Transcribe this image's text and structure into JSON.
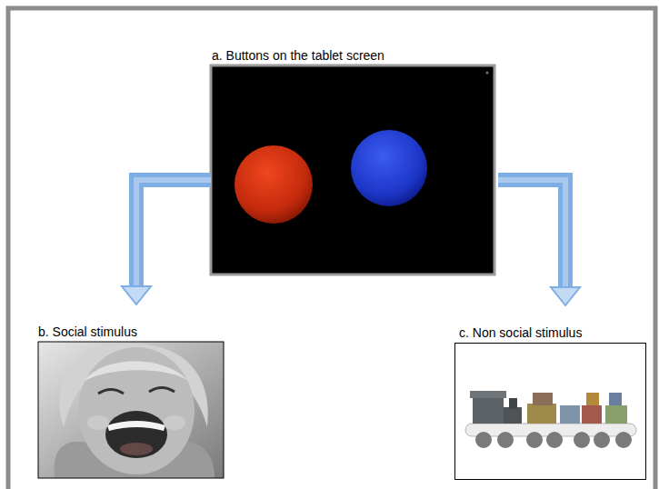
{
  "diagram": {
    "nodes": [
      {
        "text": [
          "a. Buttons on the tablet screen"
        ]
      },
      {
        "text": [
          "b. Social stimulus"
        ]
      },
      {
        "text": [
          "c. Non social stimulus"
        ]
      }
    ],
    "edges": [
      {
        "from": 0,
        "to": 1,
        "arrow": "to"
      },
      {
        "from": 0,
        "to": 2,
        "arrow": "to"
      }
    ]
  }
}
